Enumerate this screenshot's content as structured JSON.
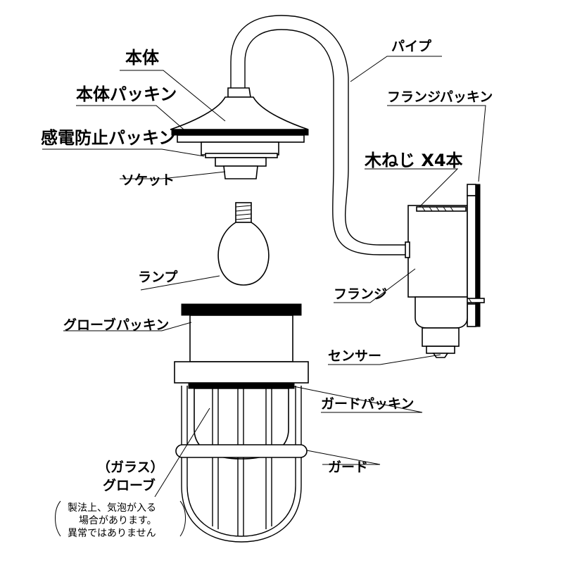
{
  "labels": {
    "hontai": "本体",
    "hontai_packing": "本体パッキン",
    "kanden_packing": "感電防止パッキン",
    "socket": "ソケット",
    "lamp": "ランプ",
    "globe_packing": "グローブパッキン",
    "pipe": "パイプ",
    "flange_packing": "フランジパッキン",
    "screw": "木ねじ X4本",
    "flange": "フランジ",
    "sensor": "センサー",
    "guard_packing": "ガードパッキン",
    "guard": "ガード",
    "glass": "（ガラス）",
    "globe": "グローブ"
  },
  "note": {
    "line1": "製法上、気泡が入る",
    "line2": "場合があります。",
    "line3": "異常ではありません"
  }
}
